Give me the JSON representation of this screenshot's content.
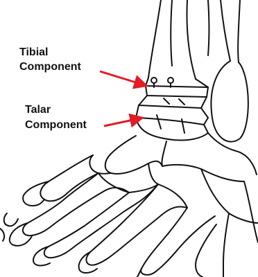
{
  "labels": {
    "tibial": [
      "Tibial",
      "Component"
    ],
    "talar": [
      "Talar",
      "Component"
    ]
  },
  "colors": {
    "arrow": "#e31b23",
    "ink": "#111111",
    "background": "#ffffff"
  }
}
